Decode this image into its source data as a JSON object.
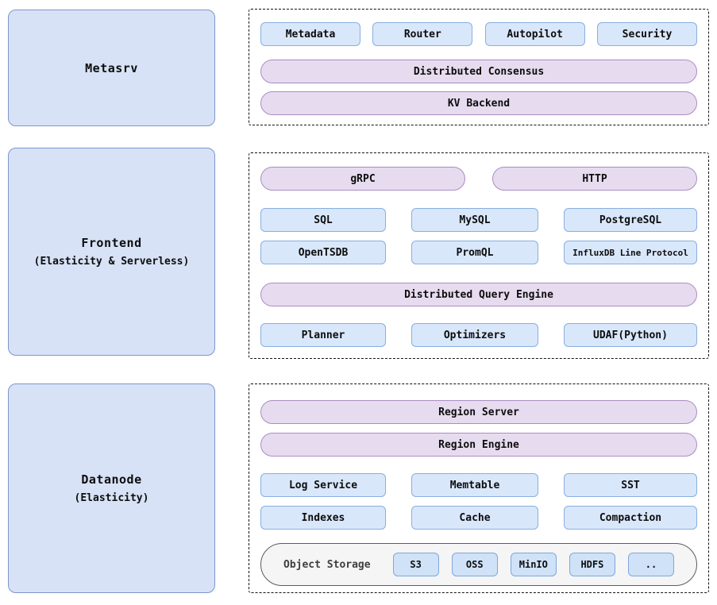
{
  "panels": {
    "metasrv": {
      "title": "Metasrv"
    },
    "frontend": {
      "title": "Frontend",
      "subtitle": "(Elasticity & Serverless)"
    },
    "datanode": {
      "title": "Datanode",
      "subtitle": "(Elasticity)"
    }
  },
  "metasrv": {
    "components": [
      "Metadata",
      "Router",
      "Autopilot",
      "Security"
    ],
    "pills": [
      "Distributed Consensus",
      "KV Backend"
    ]
  },
  "frontend": {
    "protocol_pills": [
      "gRPC",
      "HTTP"
    ],
    "protocols_row1": [
      "SQL",
      "MySQL",
      "PostgreSQL"
    ],
    "protocols_row2": [
      "OpenTSDB",
      "PromQL",
      "InfluxDB Line Protocol"
    ],
    "engine_pill": "Distributed Query Engine",
    "engine_components": [
      "Planner",
      "Optimizers",
      "UDAF(Python)"
    ]
  },
  "datanode": {
    "pills": [
      "Region Server",
      "Region Engine"
    ],
    "components_row1": [
      "Log Service",
      "Memtable",
      "SST"
    ],
    "components_row2": [
      "Indexes",
      "Cache",
      "Compaction"
    ],
    "object_storage": {
      "label": "Object Storage",
      "backends": [
        "S3",
        "OSS",
        "MinIO",
        "HDFS",
        ".."
      ]
    }
  },
  "colors": {
    "panel_fill": "#d7e2f6",
    "panel_border": "#8095cc",
    "box_fill": "#d9e7fb",
    "box_border": "#88afe0",
    "pill_fill": "#e7dcef",
    "pill_border": "#aa8cc2",
    "storage_fill": "#f5f5f5",
    "storage_border": "#5c5c5c",
    "dashed_border": "#111111",
    "text": "#0d0d0d"
  }
}
